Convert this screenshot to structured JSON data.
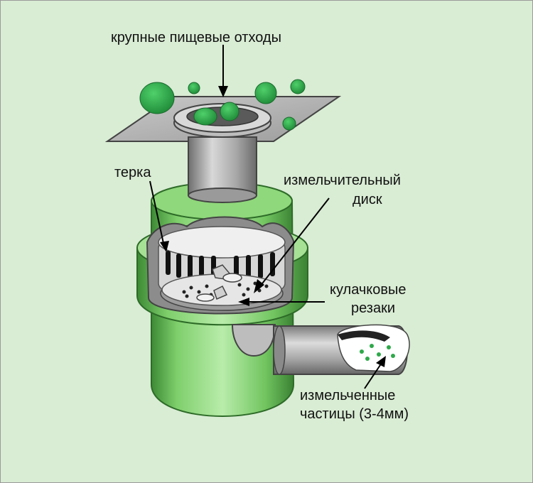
{
  "labels": {
    "large_waste": "крупные пищевые отходы",
    "grater": "терка",
    "disk_line1": "измельчительный",
    "disk_line2": "диск",
    "cams_line1": "кулачковые",
    "cams_line2": "резаки",
    "particles_line1": "измельченные",
    "particles_line2": "частицы (3-4мм)"
  },
  "colors": {
    "background": "#d9ecd4",
    "body_green": "#7ccf68",
    "waste_green": "#2fa84a",
    "metal": "#a9a9a9",
    "text": "#111111"
  }
}
